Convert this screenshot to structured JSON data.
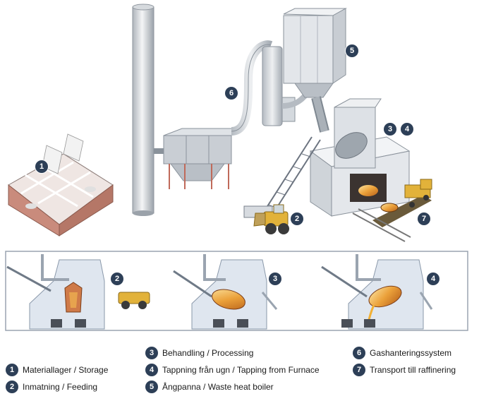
{
  "colors": {
    "badge": "#2d3f57",
    "steel": "#c9ced4",
    "building": "#e4e7eb",
    "panel_border": "#9aa4b0",
    "molten": "#e89a2c",
    "brick": "#c98b7c",
    "loader": "#e2b23a"
  },
  "scene_markers": [
    {
      "number": "1"
    },
    {
      "number": "6"
    },
    {
      "number": "5"
    },
    {
      "number": "3"
    },
    {
      "number": "4"
    },
    {
      "number": "2"
    },
    {
      "number": "7"
    }
  ],
  "panel_markers": [
    {
      "number": "2"
    },
    {
      "number": "3"
    },
    {
      "number": "4"
    }
  ],
  "legend": [
    {
      "number": "1",
      "label": "Materiallager / Storage"
    },
    {
      "number": "2",
      "label": "Inmatning / Feeding"
    },
    {
      "number": "3",
      "label": "Behandling / Processing"
    },
    {
      "number": "4",
      "label": "Tappning från ugn / Tapping from Furnace"
    },
    {
      "number": "5",
      "label": "Ångpanna / Waste heat boiler"
    },
    {
      "number": "6",
      "label": "Gashanteringssystem"
    },
    {
      "number": "7",
      "label": "Transport till raffinering"
    }
  ]
}
